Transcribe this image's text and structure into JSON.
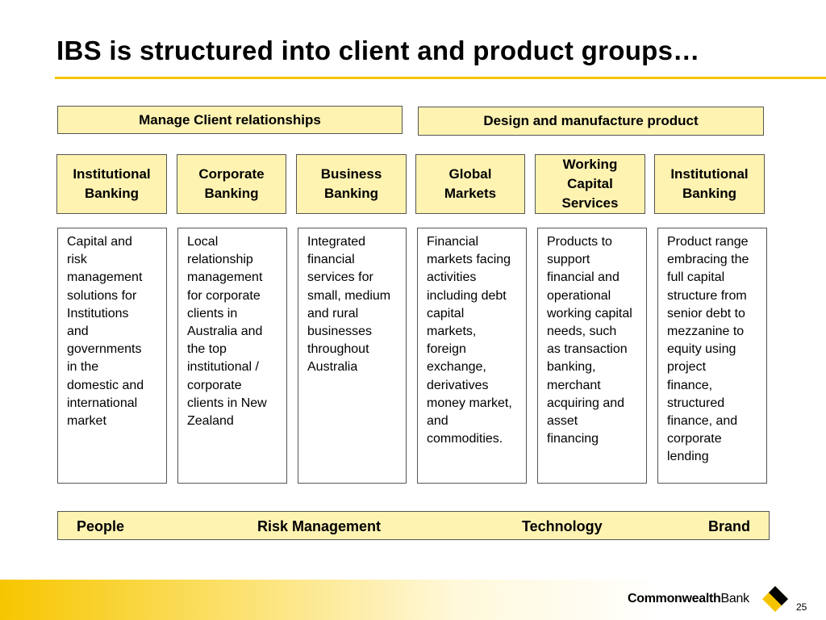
{
  "title": "IBS is structured into client and product groups…",
  "group_headers": [
    "Manage Client relationships",
    "Design and manufacture product"
  ],
  "units": [
    {
      "header": "Institutional\nBanking",
      "desc": "Capital and\nrisk\nmanagement\nsolutions for\nInstitutions\nand\ngovernments\nin the\ndomestic and\ninternational\nmarket"
    },
    {
      "header": "Corporate\nBanking",
      "desc": "Local\nrelationship\nmanagement\nfor corporate\nclients in\nAustralia and\nthe top\ninstitutional /\ncorporate\nclients in New\nZealand"
    },
    {
      "header": "Business\nBanking",
      "desc": "Integrated\nfinancial\nservices for\nsmall, medium\nand rural\nbusinesses\nthroughout\nAustralia"
    },
    {
      "header": "Global\nMarkets",
      "desc": "Financial\nmarkets facing\nactivities\nincluding debt\ncapital\nmarkets,\nforeign\nexchange,\nderivatives\nmoney market,\nand\ncommodities."
    },
    {
      "header": "Working\nCapital\nServices",
      "desc": "Products to\nsupport\nfinancial and\noperational\nworking capital\nneeds, such\nas transaction\nbanking,\nmerchant\nacquiring and\nasset\nfinancing"
    },
    {
      "header": "Institutional\nBanking",
      "desc": "Product range\nembracing the\nfull capital\nstructure from\nsenior debt to\nmezzanine to\nequity using\nproject\nfinance,\nstructured\nfinance, and\ncorporate\nlending"
    }
  ],
  "foundations": [
    "People",
    "Risk Management",
    "Technology",
    "Brand"
  ],
  "footer": {
    "brand_bold": "Commonwealth",
    "brand_regular": "Bank",
    "page_number": "25"
  },
  "colors": {
    "accent_yellow": "#f5c400",
    "box_fill": "#fff3b2",
    "logo_black": "#000000"
  },
  "icons": {
    "logo": "commonwealth-diamond-logo-icon"
  }
}
